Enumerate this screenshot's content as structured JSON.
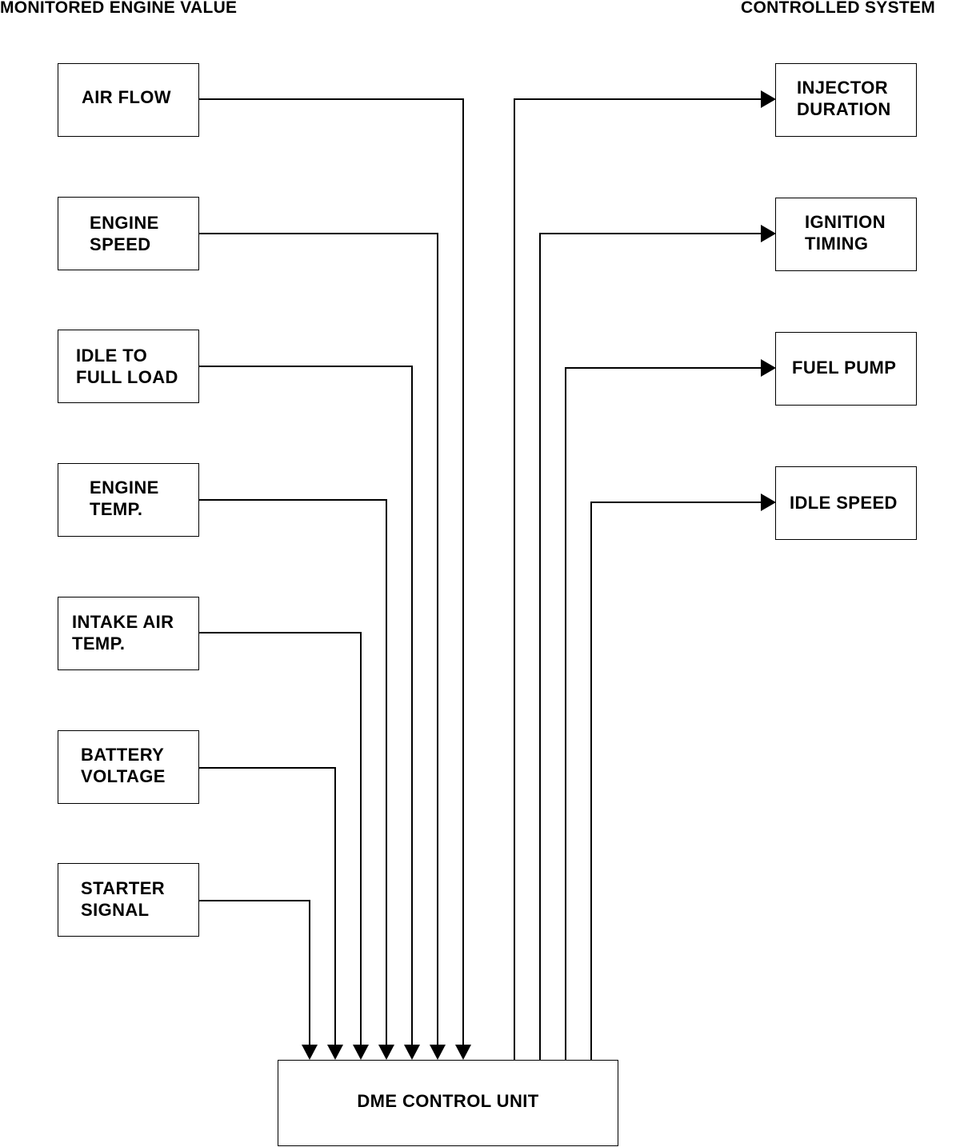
{
  "headers": {
    "left": "MONITORED ENGINE VALUE",
    "right": "CONTROLLED SYSTEM"
  },
  "inputs": [
    {
      "line1": "AIR FLOW",
      "line2": ""
    },
    {
      "line1": "ENGINE",
      "line2": "SPEED"
    },
    {
      "line1": "IDLE TO",
      "line2": "FULL LOAD"
    },
    {
      "line1": "ENGINE",
      "line2": "TEMP."
    },
    {
      "line1": "INTAKE AIR",
      "line2": "TEMP."
    },
    {
      "line1": "BATTERY",
      "line2": "VOLTAGE"
    },
    {
      "line1": "STARTER",
      "line2": "SIGNAL"
    }
  ],
  "outputs": [
    {
      "line1": "INJECTOR",
      "line2": "DURATION"
    },
    {
      "line1": "IGNITION",
      "line2": "TIMING"
    },
    {
      "line1": "FUEL PUMP",
      "line2": ""
    },
    {
      "line1": "IDLE SPEED",
      "line2": ""
    }
  ],
  "control_unit": {
    "label": "DME CONTROL UNIT"
  }
}
